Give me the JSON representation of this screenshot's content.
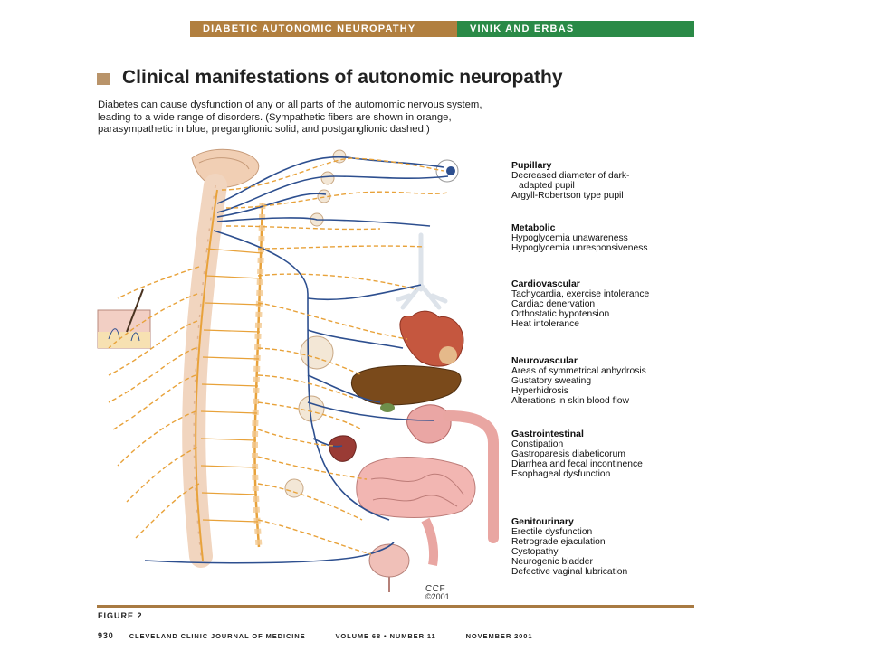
{
  "header": {
    "left_label": "DIABETIC AUTONOMIC NEUROPATHY",
    "right_label": "VINIK AND ERBAS",
    "left_color": "#b17f3f",
    "right_color": "#2a8a47"
  },
  "title": "Clinical manifestations of autonomic neuropathy",
  "intro_lines": [
    "Diabetes can cause dysfunction of any or all parts of the automomic nervous system,",
    "leading to a wide range of disorders. (Sympathetic fibers are shown in orange,",
    "parasympathetic in blue, preganglionic solid, and postganglionic dashed.)"
  ],
  "sections": [
    {
      "heading": "Pupillary",
      "items": [
        "Decreased diameter of dark-",
        "adapted pupil",
        "Argyll-Robertson type pupil"
      ]
    },
    {
      "heading": "Metabolic",
      "items": [
        "Hypoglycemia unawareness",
        "Hypoglycemia unresponsiveness"
      ]
    },
    {
      "heading": "Cardiovascular",
      "items": [
        "Tachycardia, exercise intolerance",
        "Cardiac denervation",
        "Orthostatic hypotension",
        "Heat intolerance"
      ]
    },
    {
      "heading": "Neurovascular",
      "items": [
        "Areas of symmetrical anhydrosis",
        "Gustatory sweating",
        "Hyperhidrosis",
        "Alterations in skin blood flow"
      ]
    },
    {
      "heading": "Gastrointestinal",
      "items": [
        "Constipation",
        "Gastroparesis diabeticorum",
        "Diarrhea and fecal incontinence",
        "Esophageal dysfunction"
      ]
    },
    {
      "heading": "Genitourinary",
      "items": [
        "Erectile dysfunction",
        "Retrograde ejaculation",
        "Cystopathy",
        "Neurogenic bladder",
        "Defective vaginal lubrication"
      ]
    }
  ],
  "illustration_credit": {
    "mark": "CCF",
    "copyright": "©2001"
  },
  "figure_label": "FIGURE 2",
  "footer": {
    "page": "930",
    "journal": "CLEVELAND CLINIC JOURNAL OF MEDICINE",
    "volume": "VOLUME 68 • NUMBER 11",
    "date": "NOVEMBER 2001"
  },
  "colors": {
    "sympathetic": "#e8a23a",
    "parasympathetic": "#2d4f8f",
    "accent_rule": "#a87a42"
  }
}
